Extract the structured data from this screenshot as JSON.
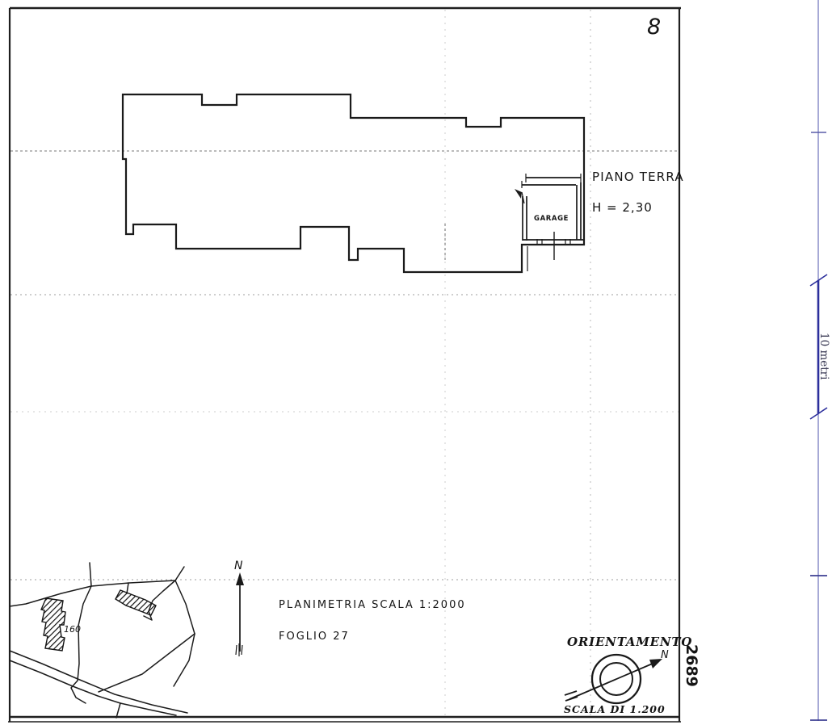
{
  "sheet": {
    "number": "8"
  },
  "floor_plan": {
    "floor_label": "PIANO TERRA",
    "height_label": "H = 2,30",
    "room_label": "GARAGE"
  },
  "site_plan": {
    "north_label": "N",
    "parcel_label": "160",
    "caption_scale": "PLANIMETRIA SCALA 1:2000",
    "caption_sheet": "FOGLIO 27"
  },
  "orientation": {
    "title": "ORIENTAMENTO",
    "north_label": "N",
    "scale_label": "SCALA DI 1.200"
  },
  "ruler": {
    "label": "10 metri"
  },
  "margin_note": {
    "value": "2689"
  },
  "colors": {
    "ink": "#1a1a1a",
    "ruler_line": "#8a8dc9",
    "ruler_dark": "#2c2f9c",
    "ruler_text": "#3b3b55"
  }
}
